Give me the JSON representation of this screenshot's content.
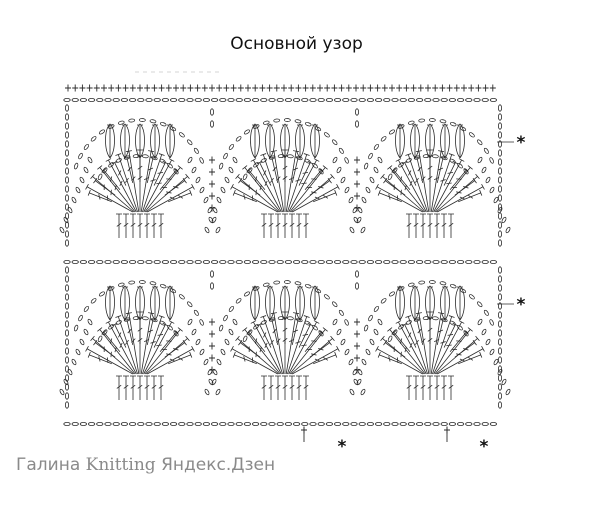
{
  "title": "Основной узор",
  "marker": "*",
  "watermark": {
    "author": "Галина",
    "middle": "Knitting",
    "brand": "Яндекс.Дзен"
  }
}
